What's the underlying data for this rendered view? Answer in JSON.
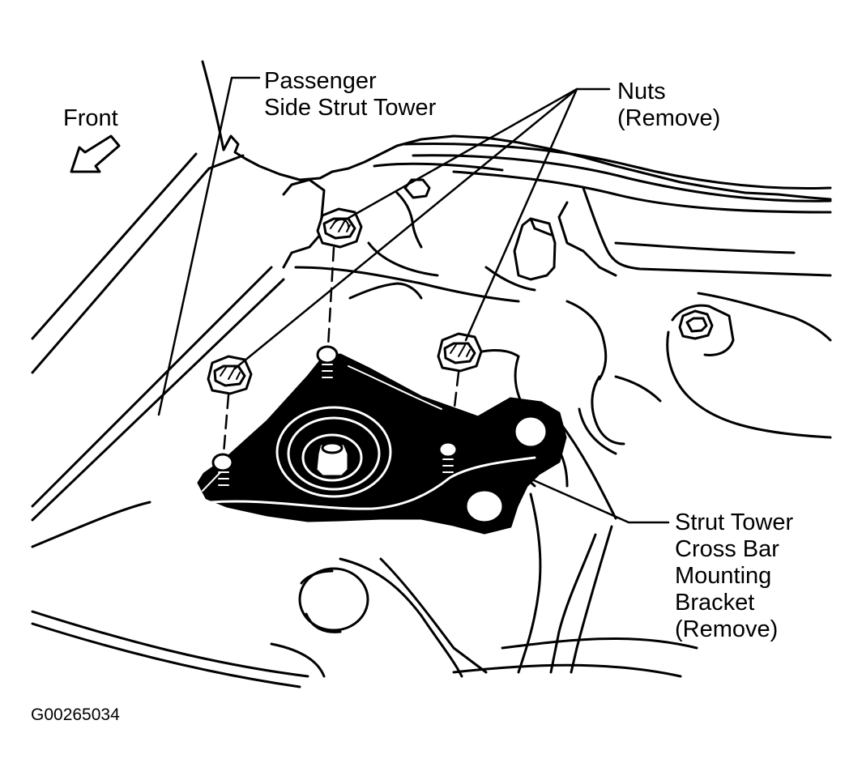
{
  "labels": {
    "front": "Front",
    "strut_tower": [
      "Passenger",
      "Side Strut Tower"
    ],
    "nuts": [
      "Nuts",
      "(Remove)"
    ],
    "bracket": [
      "Strut Tower",
      "Cross Bar",
      "Mounting",
      "Bracket",
      "(Remove)"
    ]
  },
  "figure_id": "G00265034",
  "colors": {
    "ink": "#000000",
    "paper": "#ffffff"
  },
  "icons": {
    "direction": "front-arrow-icon",
    "fastener": "flange-nut-icon"
  }
}
